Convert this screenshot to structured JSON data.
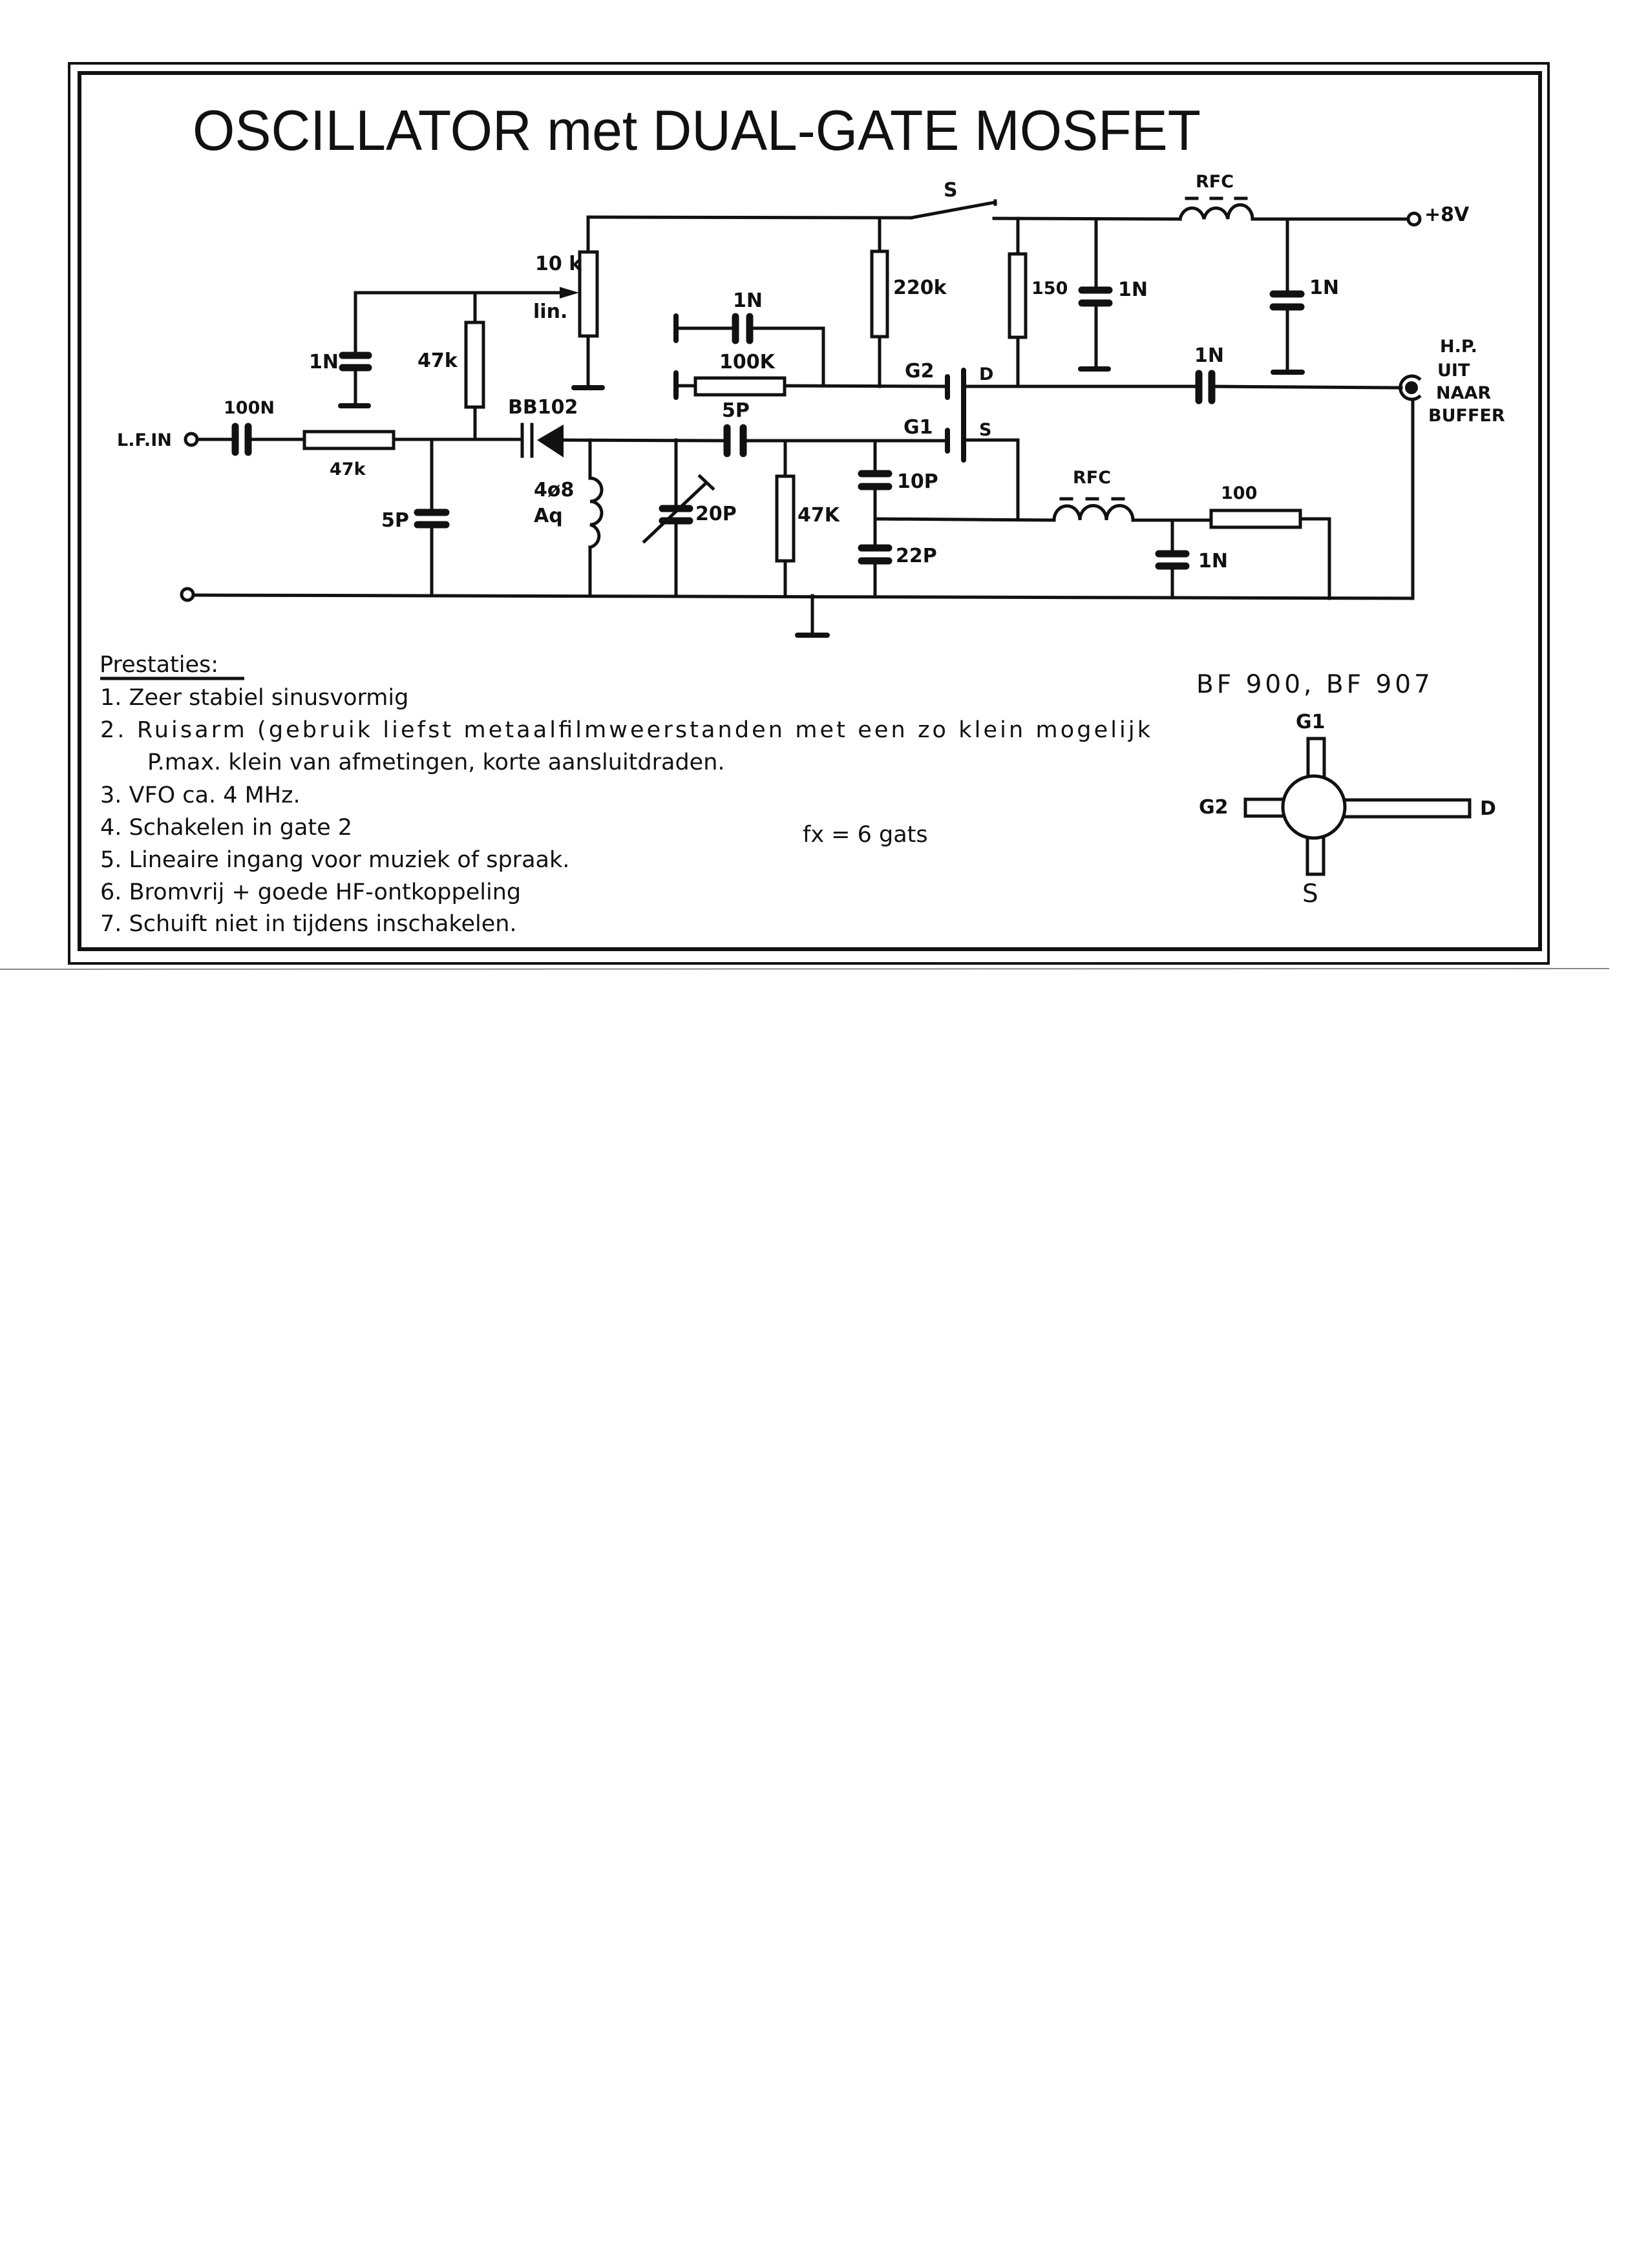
{
  "title": "OSCILLATOR met DUAL-GATE MOSFET",
  "schematic": {
    "labels": {
      "lf_in": "L.F.IN",
      "c_100n": "100N",
      "r_47k_series": "47k",
      "c_5p_input": "5P",
      "c_1n_bias": "1N",
      "r_47k_bias": "47k",
      "pot_value": "10 k",
      "pot_taper": "lin.",
      "varicap": "BB102",
      "coil_line1": "4ø8",
      "coil_line2": "Aq",
      "trimmer": "20P",
      "c_5p_coupling": "5P",
      "r_47k_gate1": "47K",
      "c_10p": "10P",
      "c_22p": "22P",
      "c_1n_gate2": "1N",
      "r_100k_gate2": "100K",
      "r_220k": "220k",
      "switch": "S",
      "r_150": "150",
      "c_1n_drain": "1N",
      "rfc_supply": "RFC",
      "c_1n_supply": "1N",
      "supply": "+8V",
      "c_1n_output": "1N",
      "output_line1": "H.P.",
      "output_line2": "UIT",
      "output_line3": "NAAR",
      "output_line4": "BUFFER",
      "gate2": "G2",
      "gate1": "G1",
      "drain": "D",
      "source": "S",
      "rfc_source": "RFC",
      "r_100_source": "100",
      "c_1n_source": "1N"
    }
  },
  "notes": {
    "heading": "Prestaties:",
    "items": [
      "1. Zeer stabiel sinusvormig",
      "2. Ruisarm (gebruik liefst metaalfilmweerstanden met een zo klein mogelijk",
      "P.max. klein van afmetingen, korte aansluitdraden.",
      "3. VFO ca. 4 MHz.",
      "4. Schakelen in gate 2",
      "5. Lineaire ingang voor muziek of spraak.",
      "6. Bromvrij + goede HF-ontkoppeling",
      "7. Schuift niet in tijdens inschakelen."
    ],
    "fx_note": "fx = 6 gats"
  },
  "pinout": {
    "title": "BF 900, BF 907",
    "pins": {
      "g1": "G1",
      "g2": "G2",
      "d": "D",
      "s": "S"
    }
  }
}
